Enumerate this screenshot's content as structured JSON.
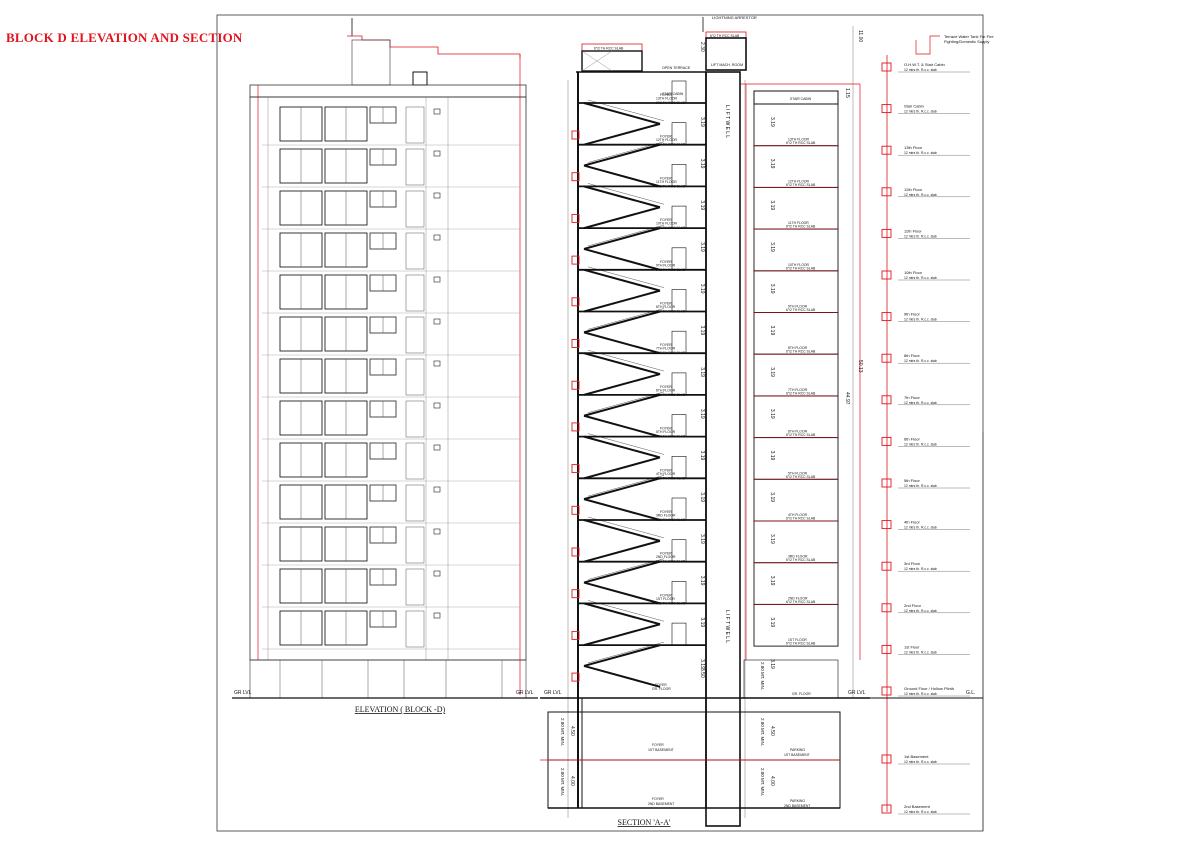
{
  "title": "BLOCK D ELEVATION AND SECTION",
  "elevation": {
    "caption": "ELEVATION ( BLOCK -D)",
    "ground_label": "GR LVL",
    "window_rows": 13
  },
  "section": {
    "caption": "SECTION 'A-A'",
    "lightning": "LIGHTNING ARRESTOR",
    "top_slab": "6\"/2 TH RCC SLAB",
    "open_terrace": "OPEN TERRACE",
    "lift_machine_room": "LIFT MACH. ROOM",
    "lift_well": "L I F T   W E L L",
    "stair_cabin": "STAIR CABIN",
    "slab_note": "6\"/2 TH RCC SLAB",
    "foyer": "FOYER",
    "floors": [
      "13TH FLOOR",
      "12TH FLOOR",
      "11TH FLOOR",
      "10TH FLOOR",
      "9TH FLOOR",
      "8TH FLOOR",
      "7TH FLOOR",
      "6TH FLOOR",
      "5TH FLOOR",
      "4TH FLOOR",
      "3RD FLOOR",
      "2ND FLOOR",
      "1ST FLOOR"
    ],
    "ground_floor": "GR. FLOOR",
    "basement1": "1ST BASEMENT",
    "basement2": "2ND BASEMENT",
    "parking": "PARKING",
    "dim_typ": "3.19",
    "dim_gf": "3.50",
    "dim_top": "2.30",
    "dim_b1": "4.50",
    "dim_b2": "4.00",
    "dim_total": "50.13",
    "dim_overall": "11.00",
    "dim_mid": "44.97",
    "dim_cab": "1.15",
    "min_ht": "2.80 MT. MIN."
  },
  "riser": {
    "tank_note": [
      "Terrace Water Tank For Fire",
      "Fighting/Domestic Supply"
    ],
    "levels": [
      "O.H.W.T. & Stair Cabin",
      "Stair Cabin",
      "13th Floor",
      "12th Floor",
      "11th Floor",
      "10th Floor",
      "9th Floor",
      "8th Floor",
      "7th Floor",
      "6th Floor",
      "5th Floor",
      "4th Floor",
      "3rd Floor",
      "2nd Floor",
      "1st Floor",
      "Ground Floor / Hollow Plinth",
      "1st Basement",
      "2nd Basement"
    ],
    "sub_note": "12 mtrs th. R.c.c. slab",
    "gl_label": "G.L."
  },
  "colors": {
    "red": "#e0141e",
    "line": "#111111",
    "grey": "#777777"
  }
}
